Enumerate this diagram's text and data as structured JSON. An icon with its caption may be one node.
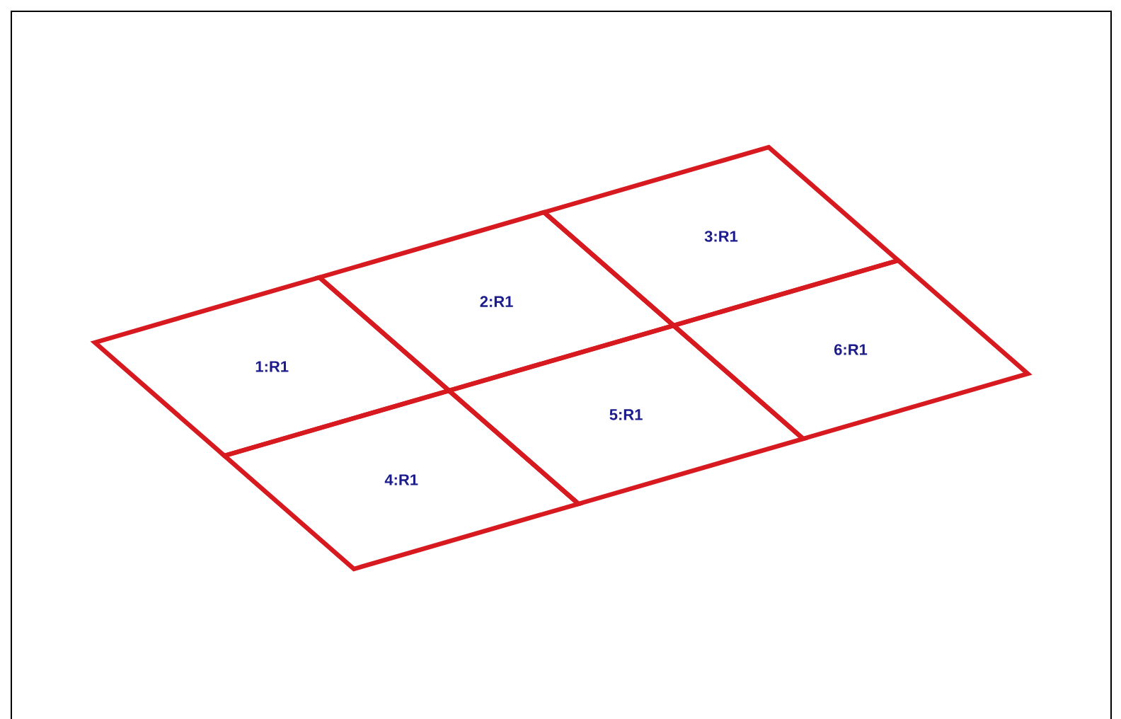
{
  "diagram": {
    "nodes": [
      {
        "text": [
          "1:R1"
        ]
      },
      {
        "text": [
          "2:R1"
        ]
      },
      {
        "text": [
          "3:R1"
        ]
      },
      {
        "text": [
          "4:R1"
        ]
      },
      {
        "text": [
          "5:R1"
        ]
      },
      {
        "text": [
          "6:R1"
        ]
      }
    ]
  }
}
